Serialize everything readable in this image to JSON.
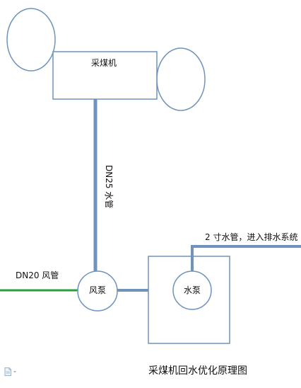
{
  "diagram": {
    "title": "采煤机回水优化原理图",
    "nodes": {
      "shearer": "采煤机",
      "fan_pump": "风泵",
      "water_pump": "水泵"
    },
    "labels": {
      "dn25_pipe": "DN25 水管",
      "dn20_air_pipe": "DN20 风管",
      "drain_pipe": "2 寸水管，进入排水系统"
    },
    "colors": {
      "outline": "#6f93bd",
      "water_pipe": "#6f93bd",
      "air_pipe": "#2e9d3f",
      "text": "#111111"
    }
  },
  "ui": {
    "file_icon": "document-icon"
  }
}
